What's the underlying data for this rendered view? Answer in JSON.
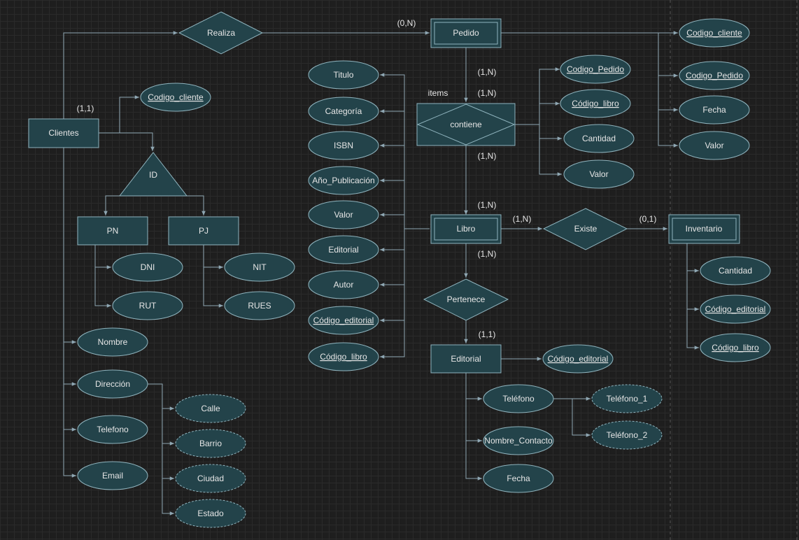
{
  "entities": {
    "clientes": "Clientes",
    "pn": "PN",
    "pj": "PJ",
    "pedido": "Pedido",
    "libro": "Libro",
    "editorial": "Editorial",
    "inventario": "Inventario",
    "contiene": "contiene"
  },
  "relationships": {
    "realiza": "Realiza",
    "existe": "Existe",
    "pertenece": "Pertenece",
    "id": "ID"
  },
  "labels": {
    "items": "items"
  },
  "cardinalities": {
    "clientes": "(1,1)",
    "pedido_realiza": "(0,N)",
    "pedido_contiene": "(1,N)",
    "contiene_top": "(1,N)",
    "contiene_bottom": "(1,N)",
    "libro_top": "(1,N)",
    "libro_existe": "(1,N)",
    "inventario": "(0,1)",
    "libro_pertenece": "(1,N)",
    "editorial": "(1,1)"
  },
  "attributes": {
    "cliente_codigo": "Codigo_cliente",
    "cliente_nombre": "Nombre",
    "cliente_direccion": "Dirección",
    "cliente_telefono": "Telefono",
    "cliente_email": "Email",
    "dir_calle": "Calle",
    "dir_barrio": "Barrio",
    "dir_ciudad": "Ciudad",
    "dir_estado": "Estado",
    "pn_dni": "DNI",
    "pn_rut": "RUT",
    "pj_nit": "NIT",
    "pj_rues": "RUES",
    "libro_titulo": "Titulo",
    "libro_categoria": "Categoría",
    "libro_isbn": "ISBN",
    "libro_anio": "Año_Publicación",
    "libro_valor": "Valor",
    "libro_editorial": "Editorial",
    "libro_autor": "Autor",
    "libro_cod_editorial": "Código_editorial",
    "libro_cod_libro": "Código_libro",
    "contiene_cod_pedido": "Codigo_Pedido",
    "contiene_cod_libro": "Código_libro",
    "contiene_cantidad": "Cantidad",
    "contiene_valor": "Valor",
    "pedido_cod_cliente": "Codigo_cliente",
    "pedido_cod_pedido": "Codigo_Pedido",
    "pedido_fecha": "Fecha",
    "pedido_valor": "Valor",
    "inv_cantidad": "Cantidad",
    "inv_cod_editorial": "Código_editorial",
    "inv_cod_libro": "Código_libro",
    "edit_cod_editorial": "Código_editorial",
    "edit_telefono": "Teléfono",
    "edit_tel1": "Teléfono_1",
    "edit_tel2": "Teléfono_2",
    "edit_contacto": "Nombre_Contacto",
    "edit_fecha": "Fecha"
  }
}
